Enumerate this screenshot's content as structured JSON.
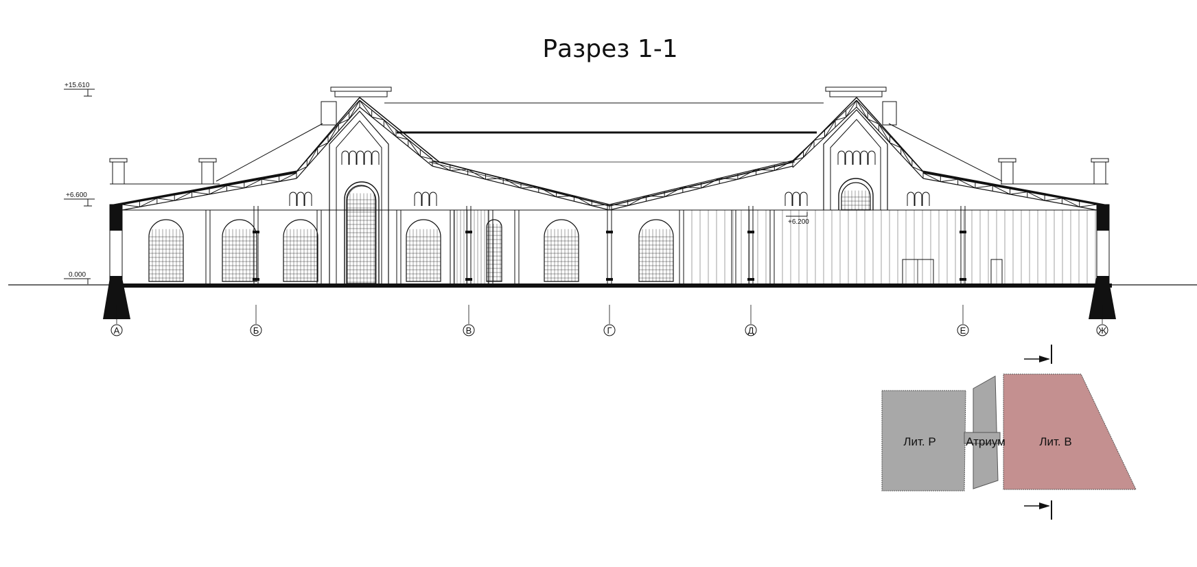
{
  "title": "Разрез 1-1",
  "levels": [
    "+15.610",
    "+6.600",
    "0.000",
    "+6.200"
  ],
  "axes": [
    "А",
    "Б",
    "В",
    "Г",
    "Д",
    "Е",
    "Ж"
  ],
  "plan": {
    "block_p": "Лит. Р",
    "atrium": "Атриум",
    "block_v": "Лит. В",
    "colors": {
      "block_p": "#a8a8a8",
      "atrium": "#a8a8a8",
      "block_v": "#c49090"
    }
  }
}
